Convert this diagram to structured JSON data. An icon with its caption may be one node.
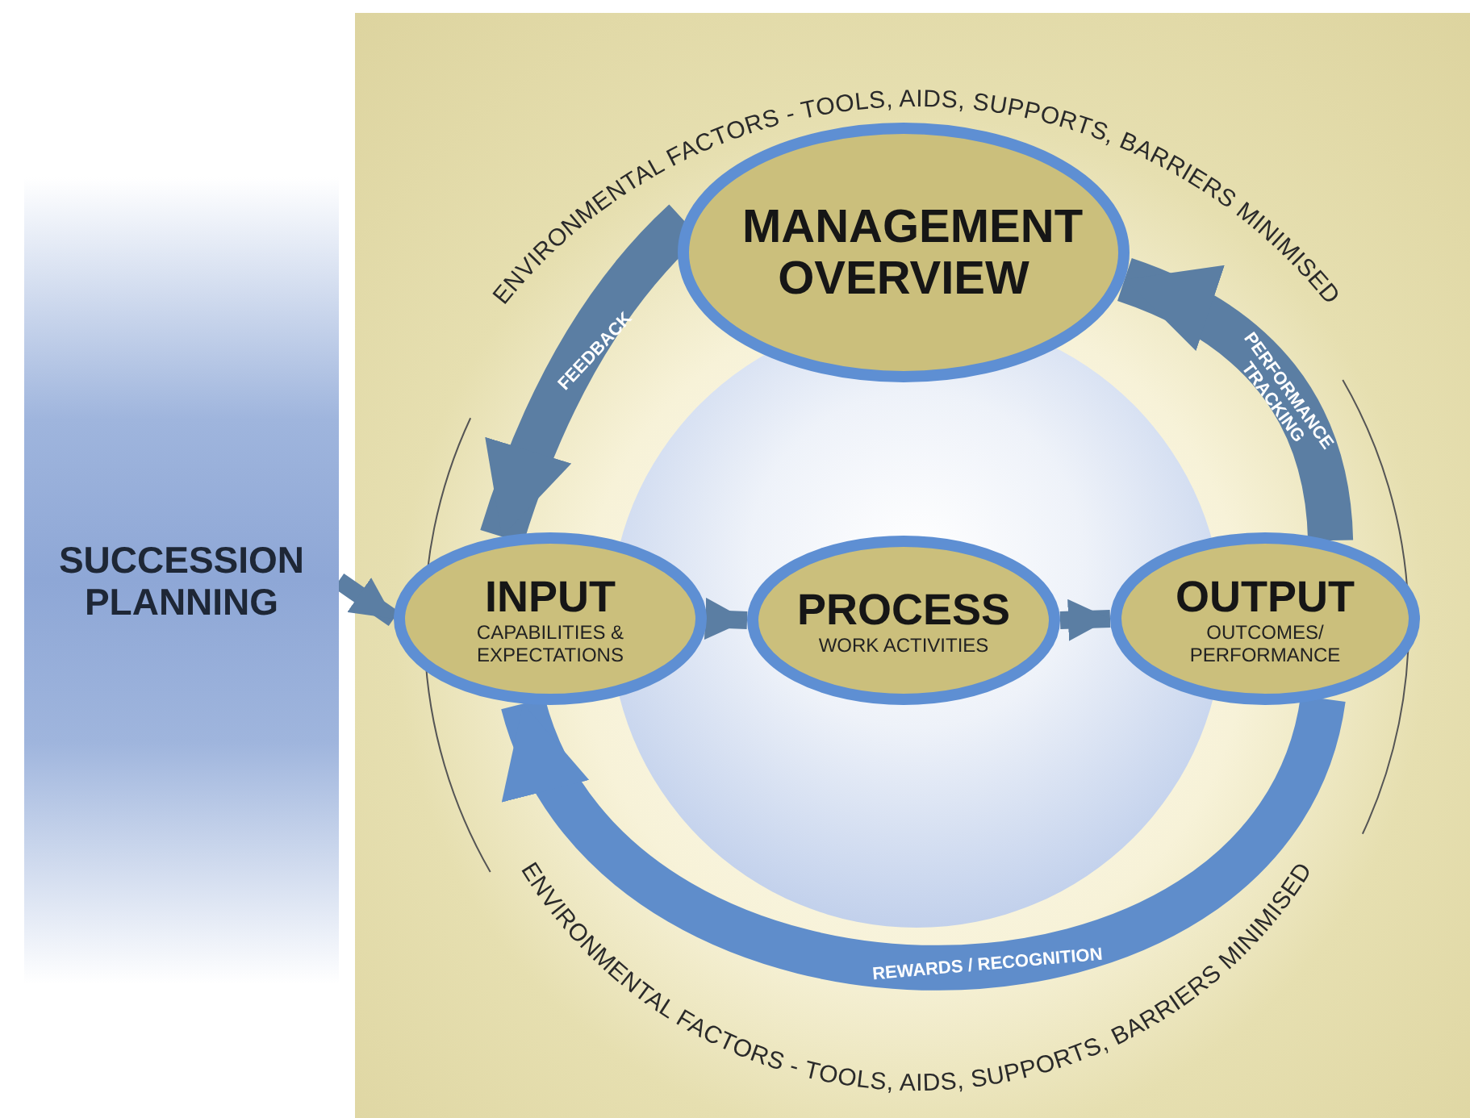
{
  "diagram": {
    "nodes": [
      {
        "text": [
          "SUCCESSION PLANNING"
        ]
      },
      {
        "text": [
          "MANAGEMENT OVERVIEW"
        ]
      },
      {
        "text": [
          "INPUT",
          "CAPABILITIES & EXPECTATIONS"
        ]
      },
      {
        "text": [
          "PROCESS",
          "WORK ACTIVITIES"
        ]
      },
      {
        "text": [
          "OUTPUT",
          "OUTCOMES/ PERFORMANCE"
        ]
      }
    ],
    "edges": [
      {
        "from": 0,
        "to": 2,
        "arrow": "to"
      },
      {
        "from": 2,
        "to": 3,
        "arrow": "to"
      },
      {
        "from": 3,
        "to": 4,
        "arrow": "to"
      },
      {
        "from": 4,
        "to": 1,
        "arrow": "to",
        "label": "PERFORMANCE TRACKING",
        "style": "thick"
      },
      {
        "from": 1,
        "to": 2,
        "arrow": "to",
        "label": "FEEDBACK",
        "style": "thick"
      },
      {
        "from": 4,
        "to": 2,
        "arrow": "to",
        "label": "REWARDS / RECOGNITION",
        "style": "thick",
        "color": "#5f8dcb"
      }
    ],
    "labels": [
      "ENVIRONMENTAL FACTORS - TOOLS, AIDS, SUPPORTS, BARRIERS MINIMISED",
      "ENVIRONMENTAL FACTORS - TOOLS, AIDS, SUPPORTS, BARRIERS MINIMISED"
    ]
  }
}
